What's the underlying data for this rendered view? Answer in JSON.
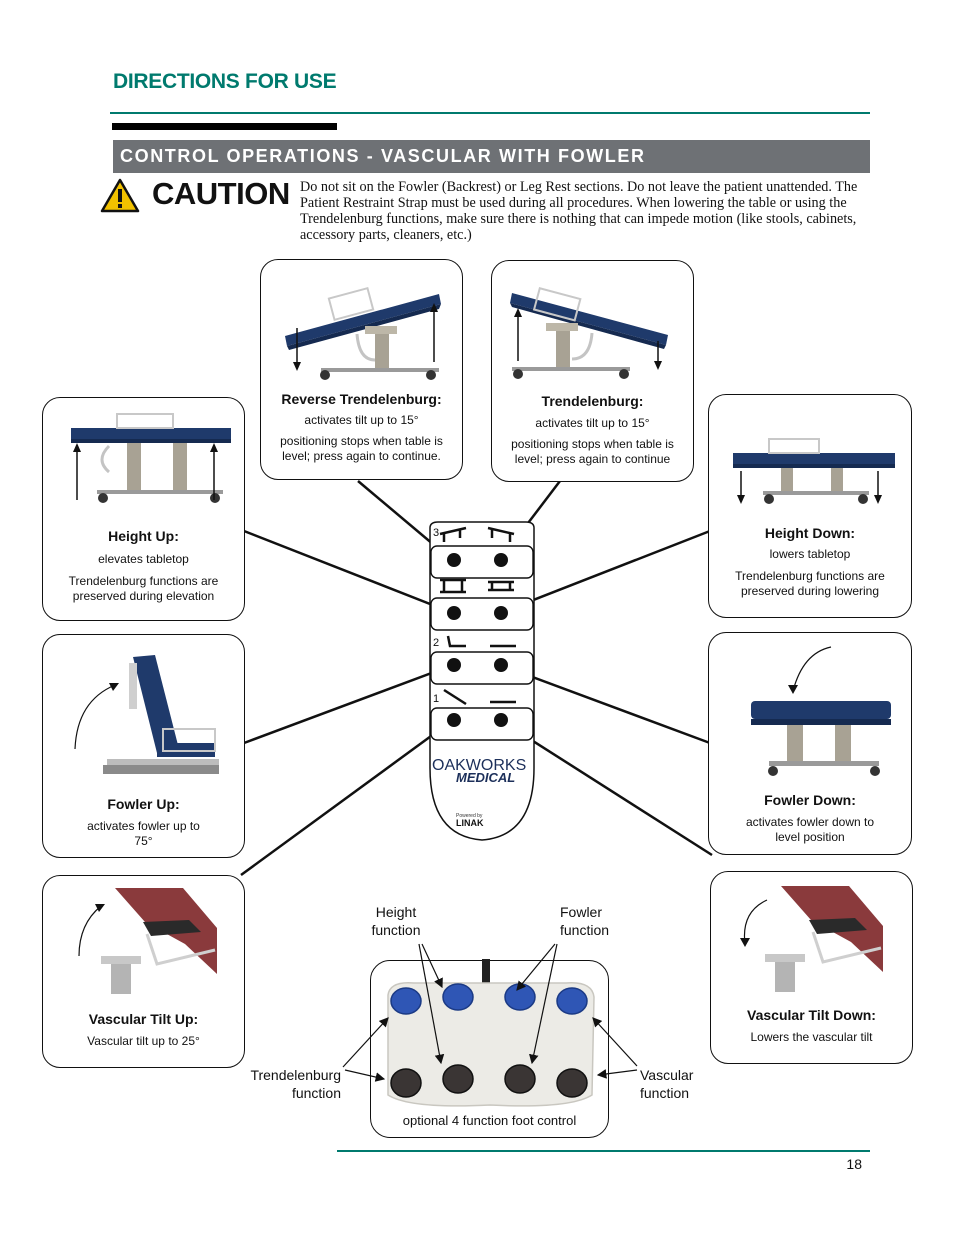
{
  "header": {
    "title": "DIRECTIONS FOR USE",
    "section_title": "CONTROL OPERATIONS - VASCULAR WITH FOWLER"
  },
  "caution": {
    "label": "CAUTION",
    "text": "Do not sit on the Fowler (Backrest) or Leg Rest sections. Do not leave the patient unattended. The Patient Restraint Strap must be used during all procedures. When lowering the table or using the Trendelenburg functions, make sure there is nothing that can impede motion (like stools, cabinets, accessory parts, cleaners, etc.)"
  },
  "functions": {
    "reverse_trendelenburg": {
      "title": "Reverse Trendelenburg:",
      "line1": "activates tilt up to 15°",
      "line2": "positioning stops when table is level; press again to continue."
    },
    "trendelenburg": {
      "title": "Trendelenburg:",
      "line1": "activates tilt up to 15°",
      "line2": "positioning stops when table is level; press again to continue"
    },
    "height_up": {
      "title": "Height Up:",
      "line1": "elevates tabletop",
      "line2": "Trendelenburg functions are preserved during elevation"
    },
    "height_down": {
      "title": "Height Down:",
      "line1": "lowers tabletop",
      "line2": "Trendelenburg functions are preserved during lowering"
    },
    "fowler_up": {
      "title": "Fowler Up:",
      "line1": "activates fowler up to 75°"
    },
    "fowler_down": {
      "title": "Fowler Down:",
      "line1": "activates fowler down to level position"
    },
    "vascular_tilt_up": {
      "title": "Vascular Tilt Up:",
      "line1": "Vascular tilt up to 25°"
    },
    "vascular_tilt_down": {
      "title": "Vascular Tilt Down:",
      "line1": "Lowers the vascular tilt"
    }
  },
  "remote": {
    "row_numbers": [
      "3",
      "2",
      "1"
    ],
    "brand": "OAKWORKS",
    "brand_sub": "MEDICAL",
    "powered_by": "Powered by",
    "linak": "LINAK"
  },
  "foot_control": {
    "height_label": "Height function",
    "fowler_label": "Fowler function",
    "trendelenburg_label": "Trendelenburg function",
    "vascular_label": "Vascular function",
    "caption": "optional 4 function foot control"
  },
  "colors": {
    "accent": "#007a6e",
    "section_bar": "#6e7175",
    "upholstery_blue": "#1f3a6b",
    "upholstery_red": "#8a3a3c",
    "caution_yellow": "#f2c200"
  },
  "footer": {
    "page_number": "18"
  }
}
